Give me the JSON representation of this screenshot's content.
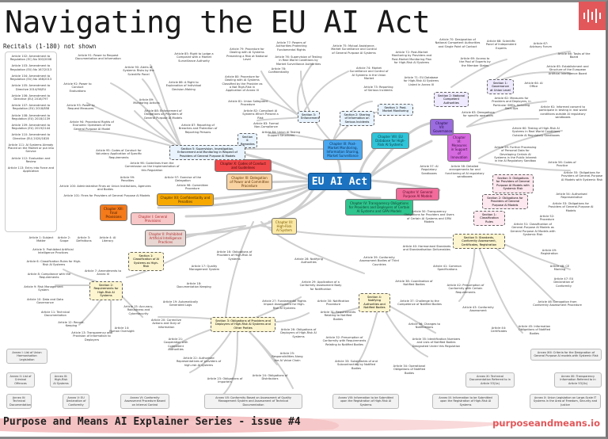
{
  "header": {
    "title": "Navigating the EU AI Act",
    "logo_icon": "sound-wave-icon",
    "logo_color": "#e2575a"
  },
  "recitals_note": "Recitals (1-180) not shown",
  "sidebar": {
    "items": [
      "Article 102: Amendment to Regulation (EC) No 300/2008",
      "Article 103: Amendment to Regulation (EU) No 167/2013",
      "Article 104: Amendment to Regulation (EU) No 168/2013",
      "Article 105: Amendment to Directive 2014/90/EU",
      "Article 106: Amendment to Directive (EU) 2016/797",
      "Article 107: Amendment to Regulation (EU) 2018/858",
      "Article 108: Amendment to Regulation (EU) 2018/1139",
      "Article 109: Amendment to Regulation (EU) 2019/2144",
      "Article 110: Amendment to Directive (EU) 2020/1828",
      "Article 111: AI Systems Already Placed on the Market or put into Service",
      "Article 112: Evaluation and Review",
      "Article 113: Entry into Force and Application"
    ]
  },
  "root": {
    "label": "EU AI Act",
    "color": "#1b72c0"
  },
  "chapters": [
    {
      "id": "ch1",
      "label": "Chapter I: General Provisions",
      "color": "#f7c6c7"
    },
    {
      "id": "ch2",
      "label": "Chapter II: Prohibited Artificial Intelligence Practices",
      "color": "#e8d6d2"
    },
    {
      "id": "ch3",
      "label": "Chapter III: High-Risk AI System",
      "color": "#fbe9a6"
    },
    {
      "id": "ch4",
      "label": "Chapter IV: Transparency Obligations for Providers and Deployers of Certain AI Systems and GPAI Models",
      "color": "#2fc58f"
    },
    {
      "id": "ch5",
      "label": "Chapter V: General Purpose AI Models",
      "color": "#f26b9a"
    },
    {
      "id": "ch6",
      "label": "Chapter VI: Measures in Support of Innovation",
      "color": "#d66be0"
    },
    {
      "id": "ch7",
      "label": "Chapter VII: Governance",
      "color": "#9b6be0"
    },
    {
      "id": "ch8",
      "label": "Chapter VIII: EU Database for High-Risk AI Systems",
      "color": "#30c4d8"
    },
    {
      "id": "ch9",
      "label": "Chapter IX: Post-Market Monitoring, Information Sharing, Market Surveillance",
      "color": "#4aa8f0"
    },
    {
      "id": "ch10",
      "label": "Chapter X: Codes of Conduct and Guidelines",
      "color": "#f0474a"
    },
    {
      "id": "ch11",
      "label": "Chapter XI: Delegation of Power and Committee Procedure",
      "color": "#fbd4a4"
    },
    {
      "id": "ch12",
      "label": "Chapter XII: Confidentiality and Penalties",
      "color": "#f7a800"
    },
    {
      "id": "ch13",
      "label": "Chapter XIII: Final Provisions",
      "color": "#f47a1a"
    }
  ],
  "sections": {
    "ch3_s1": "Section 1: Classification of AI Systems as High-Risk",
    "ch3_s2": "Section 2: Requirements for High-Risk AI Systems",
    "ch3_s3": "Section 3: Obligations of Providers and Deployers of High-Risk AI Systems and Other Parties",
    "ch3_s4": "Section 4: Notifying Authorities and Notified Bodies",
    "ch3_s5": "Section 5: Standards, Conformity Assessment, Certificates, Registration",
    "ch5_s1": "Section 1: Classification Rules",
    "ch5_s2": "Section 2: Obligations for Providers of General Purpose AI Models",
    "ch5_s3": "Section 3: Obligations for Providers of General Purpose AI Models with Systemic Risk",
    "ch7_s1": "Section 1: Governance at Union Level",
    "ch7_s2": "Section 2: National Competent Authorities",
    "ch9_s1": "Section 1: Post-Market Monitoring",
    "ch9_s2": "Section 2: Sharing of Information on Serious Incidents",
    "ch9_s3": "Section 3: Enforcement",
    "ch9_s4": "Section 4: Remedies",
    "ch9_s5": "Section 5: Supervision, Investigation, Enforcement and Monitoring in Respect of Providers of General Purpose AI Models"
  },
  "articles": {
    "a1": "Article 1: Subject Matter",
    "a2": "Article 2: Scope",
    "a3": "Article 3: Definitions",
    "a4": "Article 4: AI Literacy",
    "a5": "Article 5: Prohibited Artificial Intelligence Practices",
    "a6": "Article 6: Classification Rules for High-Risk AI Systems",
    "a7": "Article 7: Amendments to Annex III",
    "a8": "Article 8: Compliance with the Requirements",
    "a9": "Article 9: Risk Management System",
    "a10": "Article 10: Data and Data Governance",
    "a11": "Article 11: Technical Documentation",
    "a12": "Article 12: Record-Keeping",
    "a13": "Article 13: Transparency and Provision of Information to Deployers",
    "a14": "Article 14: Human Oversight",
    "a15": "Article 15: Accuracy, Robustness and Cybersecurity",
    "a16": "Article 16: Obligations of Providers of High-Risk AI Systems",
    "a17": "Article 17: Quality Management System",
    "a18": "Article 18: Documentation Keeping",
    "a19": "Article 19: Automatically Generated Logs",
    "a20": "Article 20: Corrective Actions and Duty of Information",
    "a21": "Article 21: Cooperation with Competent Authorities",
    "a22": "Article 22: Authorised Representatives of providers of high-risk AI systems",
    "a23": "Article 23: Obligations of Importers",
    "a24": "Article 24: Obligations of Distributors",
    "a25": "Article 25: Responsibilities Along the AI Value Chain",
    "a26": "Article 26: Obligations of Deployers of High-Risk AI Systems",
    "a27": "Article 27: Fundamental Rights Impact Assessment for High-Risk AI Systems",
    "a28": "Article 28: Notifying Authorities",
    "a29": "Article 29: Application of a Conformity Assessment Body for Notification",
    "a30": "Article 30: Notification Procedure",
    "a31": "Article 31: Requirements Relating to Notified Bodies",
    "a32": "Article 32: Presumption of Conformity with Requirements Relating to Notified Bodies",
    "a33": "Article 33: Subsidiaries of and Subcontracting by Notified Bodies",
    "a34": "Article 34: Operational Obligations of Notified Bodies",
    "a35": "Article 35: Identification Numbers and Lists of Notified Bodies Designated Under this Regulation",
    "a36": "Article 36: Changes to Notifications",
    "a37": "Article 37: Challenge to the Competence of Notified Bodies",
    "a38": "Article 38: Coordination of Notified Bodies",
    "a39": "Article 39: Conformity Assessment Bodies of Third Countries",
    "a40": "Article 40: Harmonised Standards and Standardisation Deliverables",
    "a41": "Article 41: Common Specifications",
    "a42": "Article 42: Presumption of Conformity with Certain Requirements",
    "a43": "Article 43: Conformity Assessment",
    "a44": "Article 44: Certificates",
    "a45": "Article 45: Information Obligations of Notified Bodies",
    "a46": "Article 46: Derogation from Conformity Assessment Procedure",
    "a47": "Article 47: EU Declaration of Conformity",
    "a48": "Article 48: CE Marking",
    "a49": "Article 49: Registration",
    "a50": "Article 50: Transparency Obligations for Providers and Users of Certain AI Systems and GPAI Models",
    "a51": "Article 51: Classification of General-Purpose AI Models as General Purpose AI Models with Systemic Risk",
    "a52": "Article 52: Procedure",
    "a53": "Article 53: Obligations for Providers of General-Purpose AI Models",
    "a54": "Article 54: Authorised Representative",
    "a55": "Article 55: Obligations for Providers of General-Purpose AI Models with Systemic Risk",
    "a56": "Article 56: Codes of Practice",
    "a57": "Article 57: AI Regulatory Sandboxes",
    "a58": "Article 58: Detailed arrangements for and functioning of AI regulatory sandboxes",
    "a59": "Article 59: Further Processing of Personal Data for Developing Certain AI Systems in the Public Interest in the AI Regulatory Sandbox",
    "a60": "Article 60: Testing of High-Risk AI Systems in Real World Conditions Outside AI Regulatory Sandboxes",
    "a61": "Article 61: Informed consent to participate in testing in real world conditions outside AI regulatory sandboxes",
    "a62": "Article 62: Measures for Providers and Deployers, in Particular SMEs, Including Start-Ups",
    "a63": "Article 63: Derogations for specific operators",
    "a64": "Article 64: AI Office",
    "a65": "Article 65: Establishment and Structure of the European Artificial Intelligence Board",
    "a66": "Article 66: Tasks of the Board",
    "a67": "Article 67: Advisory Forum",
    "a68": "Article 68: Scientific Panel of Independent Experts",
    "a69": "Article 69: Access to the Pool of Experts by the Member States",
    "a70": "Article 70: Designation of National Competent Authorities and Single Point of Contact",
    "a71": "Article 71: EU Database for High-Risk AI Systems Listed in Annex III",
    "a72": "Article 72: Post-Market Monitoring by Providers and Post-Market Monitoring Plan for High-Risk AI Systems",
    "a73": "Article 73: Reporting of Serious Incidents",
    "a74": "Article 74: Market Surveillance and Control of AI Systems in the Union Market",
    "a75": "Article 75: Mutual Assistance, Market Surveillance and Control of General Purpose AI Systems",
    "a76": "Article 76: Supervision of Testing in Real World Conditions by Market Surveillance Authorities",
    "a77": "Article 77: Powers of Authorities Protecting Fundamental Rights",
    "a78": "Article 78: Confidentiality",
    "a79": "Article 79: Procedure for Dealing with AI Systems Presenting a Risk at National Level",
    "a80": "Article 80: Procedure for Dealing with AI Systems Classified by the Provider as a Not High-Risk in Application of Annex III",
    "a81": "Article 81: Union Safeguard Procedure",
    "a82": "Article 82: Compliant AI Systems Which Present a Risk",
    "a83": "Article 83: Formal Non-Compliance",
    "a84": "Article 84: Union AI Testing Support Structures",
    "a85": "Article 85: Right to Lodge a Complaint with a Market Surveillance Authority",
    "a86": "Article 86: A Right to Explanation of Individual Decision-Making",
    "a87": "Article 87: Reporting of Breaches and Protection of Reporting Persons",
    "a88": "Article 88: Enforcement of Obligations on Providers of General Purpose AI Models",
    "a89": "Article 89: Monitoring Actions",
    "a90": "Article 90: Alerts of Systemic Risks by the Scientific Panel",
    "a91": "Article 91: Power to Request Documentation and Information",
    "a92": "Article 92: Power to Conduct Evaluations",
    "a93": "Article 93: Power to Request Measures",
    "a94": "Article 94: Procedural Rights of Economic Operators of the General Purpose AI Model",
    "a95": "Article 95: Codes of Conduct for Voluntary Application of Specific Requirements",
    "a96": "Article 96: Guidelines from the Commission on the Implementation of this Regulation",
    "a97": "Article 97: Exercise of the Delegation",
    "a98": "Article 98: Committee Procedure",
    "a99": "Article 99: Penalties",
    "a100": "Article 100: Administrative Fines on Union Institutions, Agencies and Bodies",
    "a101": "Article 101: Fines for Providers of General Purpose AI Models"
  },
  "annexes": [
    "Annex I: List of Union Harmonisation Legislation",
    "Annex II: List of Criminal Offences",
    "Annex III: High-Risk AI Systems",
    "Annex IV: Technical Documentation",
    "Annex V: EU Declaration of Conformity",
    "Annex VI: Conformity Assessment Procedure Based on Internal Control",
    "Annex VII: Conformity Based on Assessment of Quality Management System and Assessment of Technical Documentation",
    "Annex VIII: Information to be Submitted upon the Registration of High-Risk AI Systems",
    "Annex IX: Information to be Submitted upon the Registration of High-Risk AI Systems",
    "Annex X: Union Legislation on Large-Scale IT Systems in the Area of Freedom, Security and Justice",
    "Annex XI: Technical Documentation Referred to in Article 53(1a)",
    "Annex XII: Transparency Information Referred to in Article 53(1b)",
    "Annex XIII: Criteria for the Designation of General Purpose AI models with Systemic Risk"
  ],
  "footer": {
    "series": "Purpose and Means AI Explainer Series - issue #4",
    "url": "purposeandmeans.io"
  }
}
